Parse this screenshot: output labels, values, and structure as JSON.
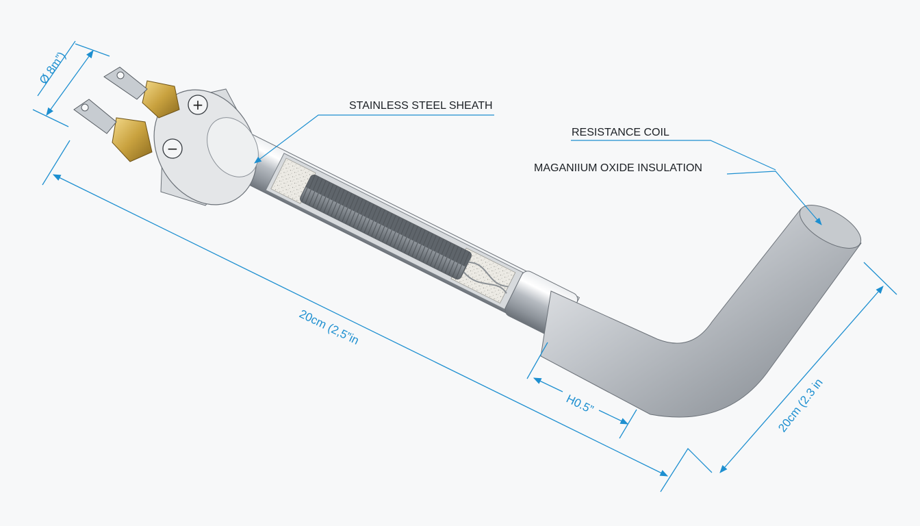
{
  "labels": {
    "sheath": "STAINLESS STEEL SHEATH",
    "coil": "RESISTANCE COIL",
    "insulation": "MAGANIIUM OXIDE INSULATION"
  },
  "dimensions": {
    "diameter": "Ø 8m”)",
    "length_main": "20cm (2,5”in",
    "length_side": "20cm (2.3 in",
    "gap": "H0.5”"
  },
  "terminals": {
    "positive": "+",
    "negative": "−"
  },
  "colors": {
    "dimension": "#1d8fd0",
    "label": "#1b1f24",
    "background": "#f7f8f9",
    "brass": "#c9a23f",
    "steel": "#b9bec4"
  }
}
